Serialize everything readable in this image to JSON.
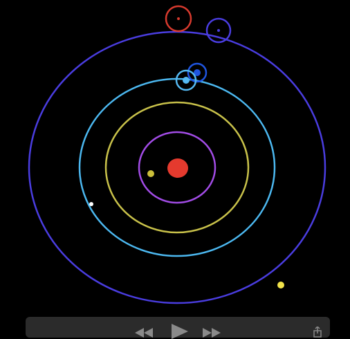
{
  "scene": {
    "background": "#000000",
    "sun": {
      "color": "#e53a2e"
    },
    "orbits": [
      {
        "id": "purple",
        "color": "#a24ce6"
      },
      {
        "id": "yellow",
        "color": "#c8c14a"
      },
      {
        "id": "lightblue",
        "color": "#4cb8f0"
      },
      {
        "id": "indigo",
        "color": "#4a3de0"
      }
    ],
    "bodies": [
      {
        "id": "planet-yellow",
        "color": "#cbbf3a"
      },
      {
        "id": "planet-lightblue",
        "color": "#55b9f2"
      },
      {
        "id": "planet-blue",
        "color": "#1f55e0"
      },
      {
        "id": "moon-white",
        "color": "#ffffff"
      },
      {
        "id": "star-yellow",
        "color": "#f2e34a"
      },
      {
        "id": "marker-red",
        "color": "#d83a2e"
      },
      {
        "id": "marker-indigo",
        "color": "#4a3de0"
      }
    ]
  },
  "controls": {
    "bar_color": "#2b2b2b",
    "icon_color": "#8a8a8a",
    "rewind_icon": "rewind-icon",
    "play_icon": "play-icon",
    "ffwd_icon": "fast-forward-icon",
    "share_icon": "share-icon"
  }
}
